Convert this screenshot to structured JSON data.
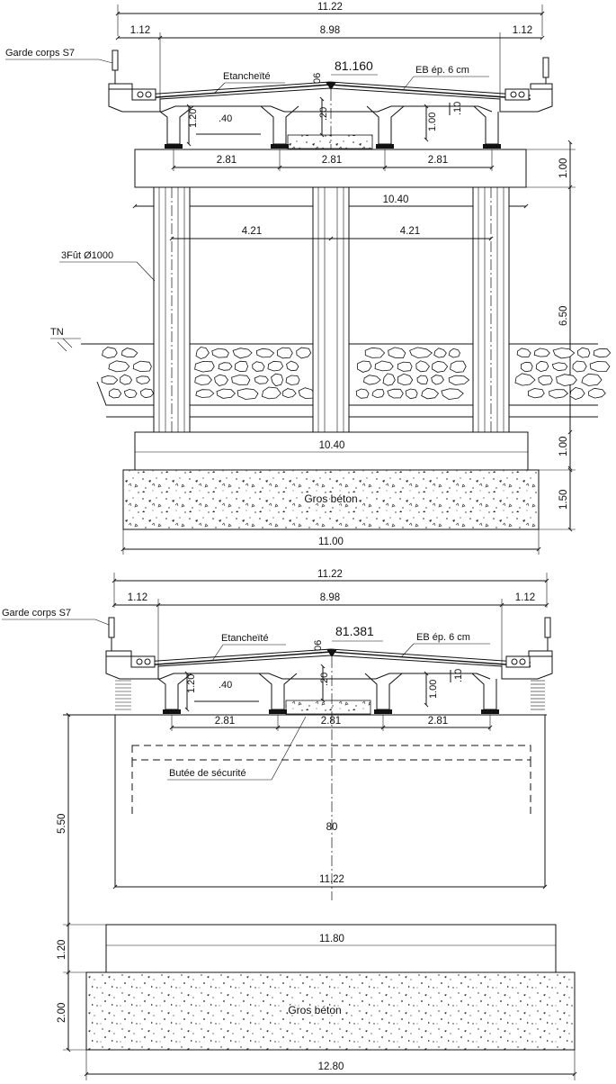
{
  "elevation_pile": {
    "total_width": "11.22",
    "side_left": "1.12",
    "deck_width": "8.98",
    "side_right": "1.12",
    "parapet_label": "Garde corps S7",
    "waterproofing_label": "Etancheïté",
    "pavement_label": "EB ép. 6 cm",
    "crown_elevation": "81.160",
    "slope_dim": ".06",
    "beam_height": "1.20",
    "web_dim": ".40",
    "slab_dim": ".20",
    "beam_right": "1.00",
    "slab_edge": ".10",
    "spacings": [
      "2.81",
      "2.81",
      "2.81"
    ],
    "cap_height": "1.00",
    "cap_width": "10.40",
    "column_spacing": [
      "4.21",
      "4.21"
    ],
    "columns_label": "3Fût  Ø1000",
    "ground_label": "TN",
    "column_height": "6.50",
    "footing_width": "10.40",
    "footing_height": "1.00",
    "mass_concrete_label": "Gros béton",
    "mass_concrete_height": "1.50",
    "mass_concrete_width": "11.00"
  },
  "elevation_abutment": {
    "total_width": "11.22",
    "side_left": "1.12",
    "deck_width": "8.98",
    "side_right": "1.12",
    "parapet_label": "Garde corps S7",
    "waterproofing_label": "Etancheïté",
    "pavement_label": "EB ép. 6 cm",
    "crown_elevation": "81.381",
    "slope_dim": ".06",
    "beam_height": "1.20",
    "web_dim": ".40",
    "slab_dim": ".20",
    "beam_right": "1.00",
    "slab_edge": ".10",
    "spacings": [
      "2.81",
      "2.81",
      "2.81"
    ],
    "stopper_label": "Butée de sécurité",
    "wall_height": "5.50",
    "wall_thickness": "80",
    "wall_width": "11.22",
    "footing_width": "11.80",
    "footing_height": "1.20",
    "mass_concrete_label": "Gros béton",
    "mass_concrete_height": "2.00",
    "mass_concrete_width": "12.80"
  }
}
